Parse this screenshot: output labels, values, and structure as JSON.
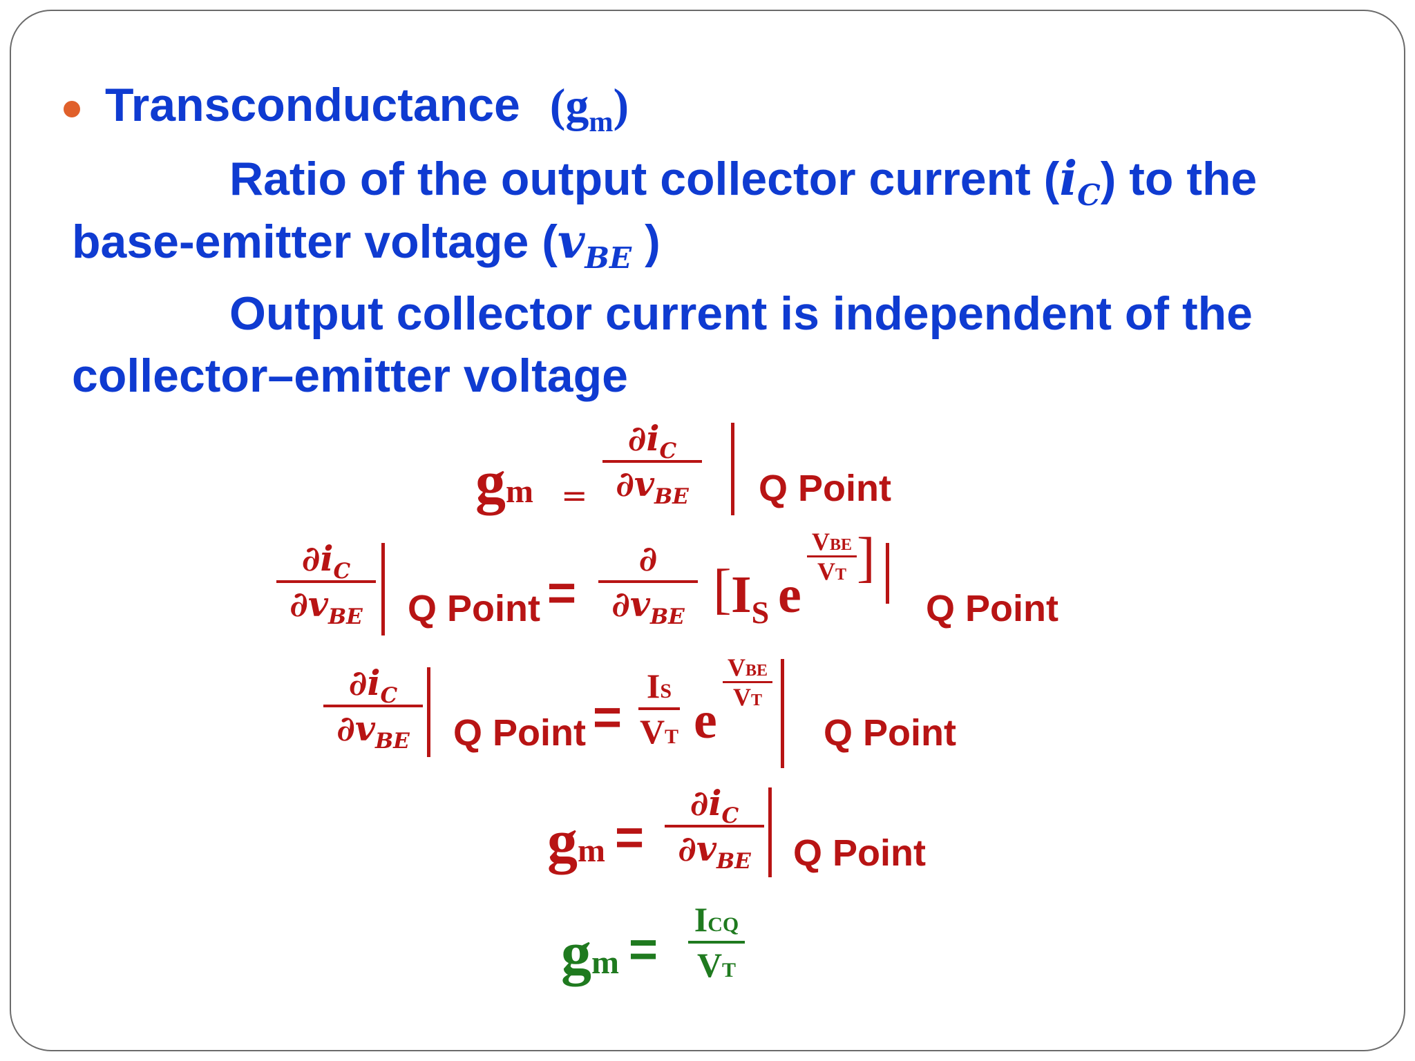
{
  "heading": {
    "text": "Transconductance",
    "symbol_base": "g",
    "symbol_sub": "m",
    "open": "(",
    "close": ")"
  },
  "paragraph1": {
    "text": "Ratio of the output collector current (",
    "var": "i",
    "var_sub": "C",
    "mid": ") to the",
    "line2": "base-emitter voltage (",
    "var2": "v",
    "var2_sub": "BE",
    "end": " )"
  },
  "paragraph2": {
    "line1": "Output collector current is independent of the",
    "line2": "collector–emitter voltage"
  },
  "equations": {
    "q_point": "Q Point",
    "partial": "∂",
    "i": "i",
    "C": "C",
    "v": "v",
    "BE": "BE",
    "g": "g",
    "m": "m",
    "eq": "=",
    "I": "I",
    "S": "S",
    "e": "e",
    "V": "V",
    "T": "T",
    "CQ": "CQ",
    "lbracket": "[",
    "rbracket": "]"
  },
  "colors": {
    "heading": "#0f3bd1",
    "equation": "#b81414",
    "final_equation": "#1f7a1f",
    "bullet": "#e0602b"
  }
}
